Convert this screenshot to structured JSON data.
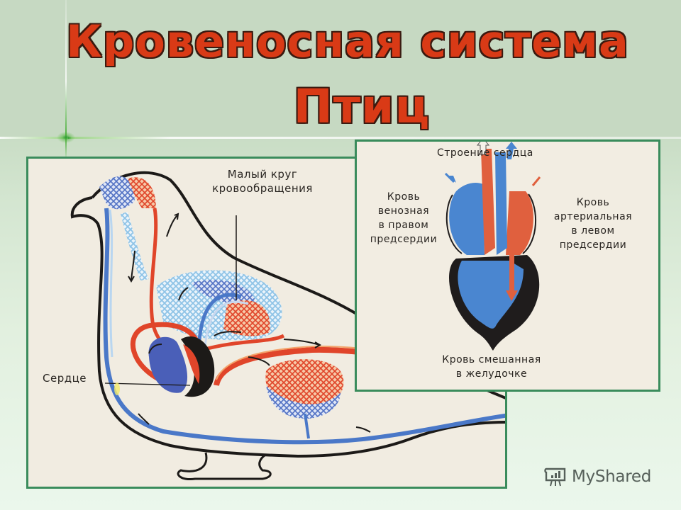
{
  "slide": {
    "title_line1": "Кровеносная система",
    "title_line2": "Птиц",
    "colors": {
      "title_fill": "#d93a16",
      "title_outline": "#3a1a10",
      "panel_border": "#3a8c5c",
      "artery_red": "#e0452a",
      "vein_blue": "#4a78c8",
      "light_blue": "#8ec3e6",
      "background_top": "#c6d9c2",
      "background_bottom": "#ebf7ec"
    }
  },
  "bird_diagram": {
    "label_pulmonary": "Малый круг",
    "label_pulmonary_2": "кровообращения",
    "label_heart": "Сердце"
  },
  "heart_diagram": {
    "title": "Строение сердца",
    "left_label": [
      "Кровь",
      "венозная",
      "в правом",
      "предсердии"
    ],
    "right_label": [
      "Кровь",
      "артериальная",
      "в левом",
      "предсердии"
    ],
    "bottom_label": [
      "Кровь смешанная",
      "в желудочке"
    ]
  },
  "watermark": {
    "icon": "presentation-board-icon",
    "text": "MyShared"
  }
}
